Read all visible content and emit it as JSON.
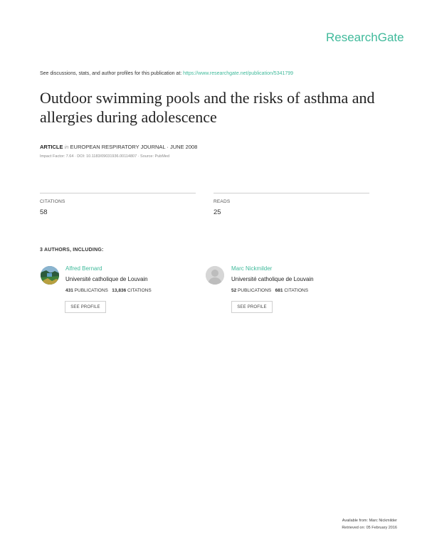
{
  "brand": "ResearchGate",
  "discuss": {
    "text": "See discussions, stats, and author profiles for this publication at: ",
    "link": "https://www.researchgate.net/publication/5341799"
  },
  "title": "Outdoor swimming pools and the risks of asthma and allergies during adolescence",
  "article": {
    "kind": "ARTICLE",
    "in": "in",
    "journal": "EUROPEAN RESPIRATORY JOURNAL · JUNE 2008",
    "meta": "Impact Factor: 7.64 · DOI: 10.1183/09031936.00114807 · Source: PubMed"
  },
  "stats": {
    "citations_label": "CITATIONS",
    "citations_value": "58",
    "reads_label": "READS",
    "reads_value": "25"
  },
  "authors_heading": "3 AUTHORS, INCLUDING:",
  "authors": [
    {
      "name": "Alfred Bernard",
      "institution": "Université catholique de Louvain",
      "publications": "431",
      "publications_label": "PUBLICATIONS",
      "citations": "13,836",
      "citations_label": "CITATIONS",
      "button": "SEE PROFILE",
      "avatar_icon": "photo-avatar-icon"
    },
    {
      "name": "Marc Nickmilder",
      "institution": "Université catholique de Louvain",
      "publications": "52",
      "publications_label": "PUBLICATIONS",
      "citations": "681",
      "citations_label": "CITATIONS",
      "button": "SEE PROFILE",
      "avatar_icon": "default-avatar-icon"
    }
  ],
  "footer": {
    "available": "Available from: Marc Nickmilder",
    "retrieved": "Retrieved on: 05 February 2016"
  },
  "colors": {
    "brand": "#40ba9b",
    "text": "#222222",
    "rule": "#cfcfcf"
  }
}
